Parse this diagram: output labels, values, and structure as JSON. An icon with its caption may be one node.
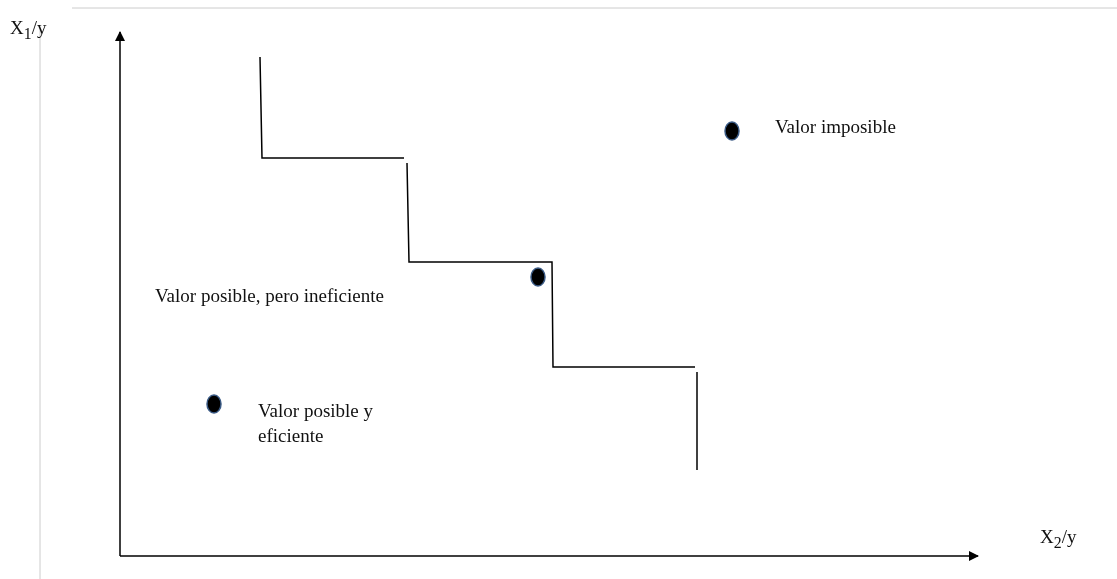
{
  "diagram": {
    "labels": [
      "X$_{1}$/y",
      "Valor imposible",
      "Valor posible, pero ineficiente",
      "Valor posible y eficiente",
      "X$_{2}$/y"
    ]
  }
}
